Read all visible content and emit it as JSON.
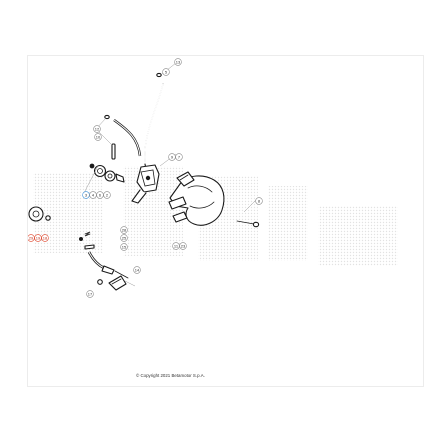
{
  "copyright": "© Copyright 2021 Betamotor S.p.A.",
  "callouts": {
    "c13": "13",
    "c5": "5",
    "c12": "12",
    "c10": "10",
    "c9": "9",
    "c7": "7",
    "c8": "8",
    "c3": "3",
    "c4": "4",
    "c6": "6",
    "c2": "2",
    "c1": "1",
    "c29": "29",
    "c19": "19",
    "c18": "18",
    "c28": "28",
    "c25": "25",
    "c15": "15",
    "c11": "11",
    "c23": "23",
    "c14": "14",
    "c17": "17"
  },
  "colors": {
    "line": "#1a1a1a",
    "callout_default": "#8a8a8a",
    "callout_blue": "#3a8fd8",
    "callout_red": "#e0452b",
    "watermark": "#e3e3e3"
  }
}
